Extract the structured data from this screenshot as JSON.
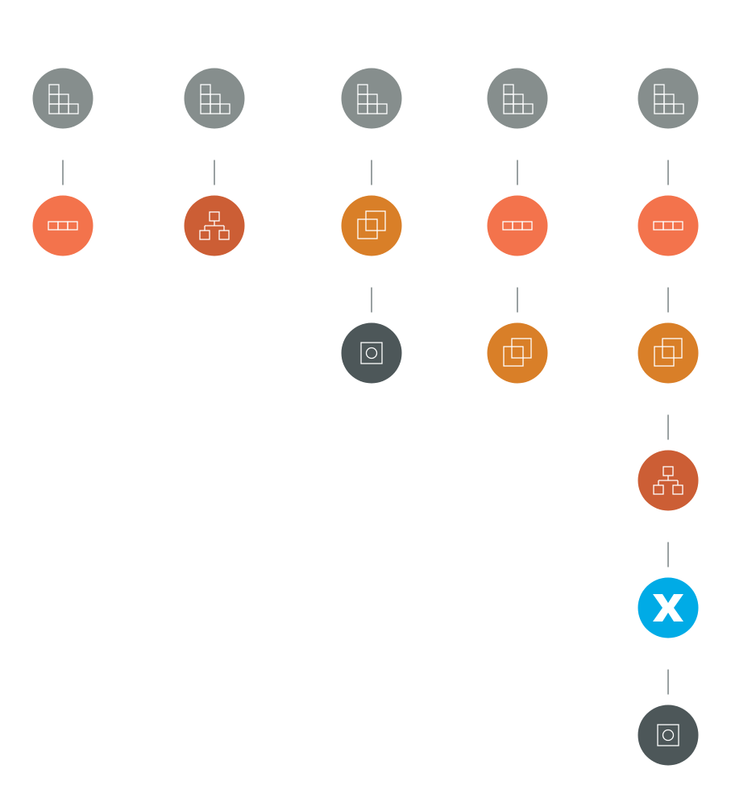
{
  "colors": {
    "stack": "#868e8d",
    "row": "#f3734c",
    "tree": "#cc5e35",
    "overlap": "#d97f28",
    "box": "#4d5759",
    "x": "#00abe6",
    "connector": "#9aa1a2",
    "glyph": "#ffffff"
  },
  "columns": [
    {
      "nodes": [
        {
          "icon": "stack-icon",
          "color": "stack"
        },
        {
          "icon": "row-icon",
          "color": "row"
        }
      ]
    },
    {
      "nodes": [
        {
          "icon": "stack-icon",
          "color": "stack"
        },
        {
          "icon": "hierarchy-icon",
          "color": "tree"
        }
      ]
    },
    {
      "nodes": [
        {
          "icon": "stack-icon",
          "color": "stack"
        },
        {
          "icon": "overlap-squares-icon",
          "color": "overlap"
        },
        {
          "icon": "framed-circle-icon",
          "color": "box"
        }
      ]
    },
    {
      "nodes": [
        {
          "icon": "stack-icon",
          "color": "stack"
        },
        {
          "icon": "row-icon",
          "color": "row"
        },
        {
          "icon": "overlap-squares-icon",
          "color": "overlap"
        }
      ]
    },
    {
      "nodes": [
        {
          "icon": "stack-icon",
          "color": "stack"
        },
        {
          "icon": "row-icon",
          "color": "row"
        },
        {
          "icon": "overlap-squares-icon",
          "color": "overlap"
        },
        {
          "icon": "hierarchy-icon",
          "color": "tree"
        },
        {
          "icon": "x-logo-icon",
          "color": "x"
        },
        {
          "icon": "framed-circle-icon",
          "color": "box"
        }
      ]
    }
  ]
}
